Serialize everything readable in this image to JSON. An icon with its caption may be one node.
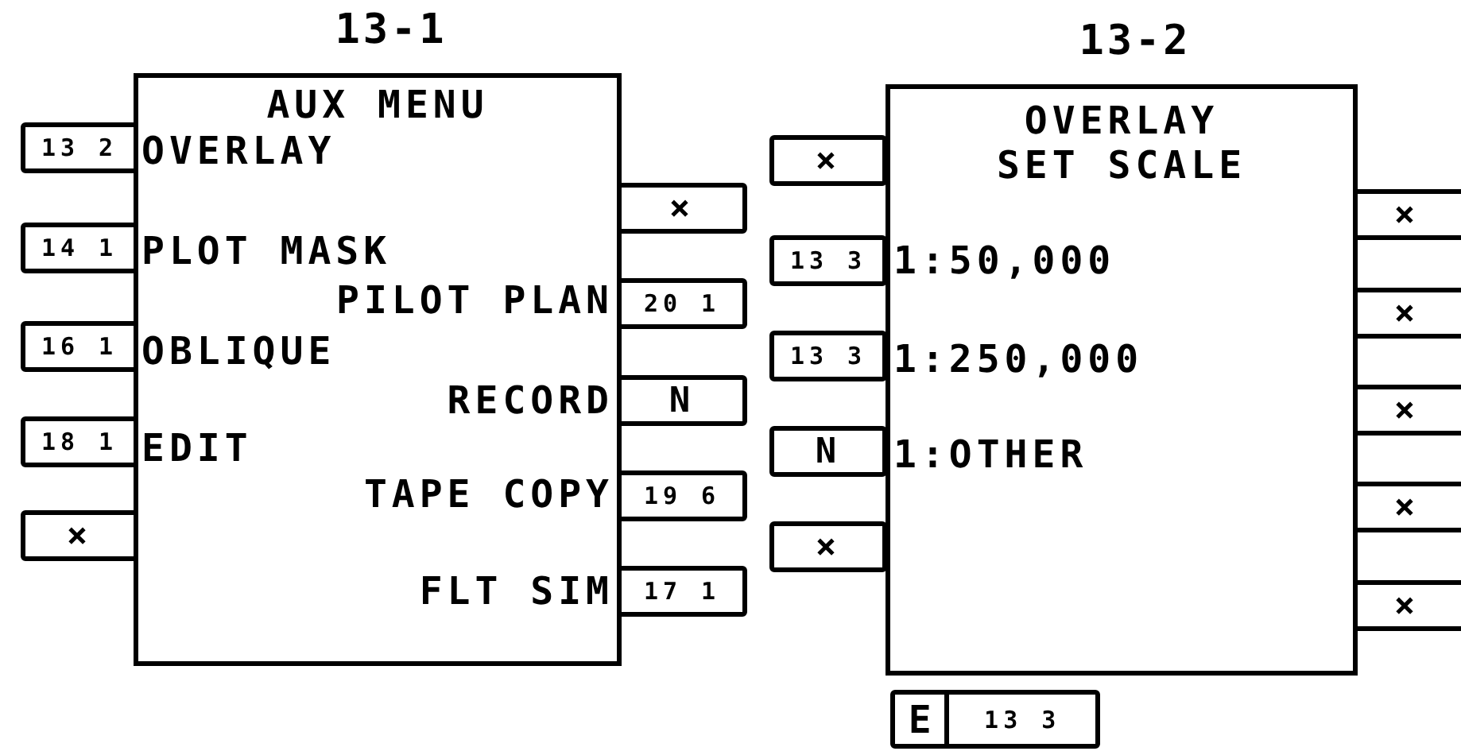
{
  "diagram": {
    "nodes": [
      {
        "text": [
          "AUX MENU",
          "OVERLAY",
          "PLOT MASK",
          "PILOT PLAN",
          "OBLIQUE",
          "RECORD",
          "EDIT",
          "TAPE COPY",
          "FLT SIM"
        ],
        "beside": [
          "13-1"
        ]
      },
      {
        "text": [
          "13 2"
        ]
      },
      {
        "text": [
          "14 1"
        ]
      },
      {
        "text": [
          "16 1"
        ]
      },
      {
        "text": [
          "18 1"
        ]
      },
      {
        "text": [
          "×"
        ]
      },
      {
        "text": [
          "×"
        ]
      },
      {
        "text": [
          "20 1"
        ]
      },
      {
        "text": [
          "N"
        ]
      },
      {
        "text": [
          "19 6"
        ]
      },
      {
        "text": [
          "17 1"
        ]
      },
      {
        "text": [
          "OVERLAY SET SCALE",
          "1:50,000",
          "1:250,000",
          "1:OTHER"
        ],
        "beside": [
          "13-2"
        ]
      },
      {
        "text": [
          "×"
        ]
      },
      {
        "text": [
          "13 3"
        ]
      },
      {
        "text": [
          "13 3"
        ]
      },
      {
        "text": [
          "N"
        ]
      },
      {
        "text": [
          "×"
        ]
      },
      {
        "text": [
          "×"
        ]
      },
      {
        "text": [
          "×"
        ]
      },
      {
        "text": [
          "×"
        ]
      },
      {
        "text": [
          "×"
        ]
      },
      {
        "text": [
          "×"
        ]
      },
      {
        "text": [
          "E",
          "13 3"
        ]
      }
    ]
  }
}
